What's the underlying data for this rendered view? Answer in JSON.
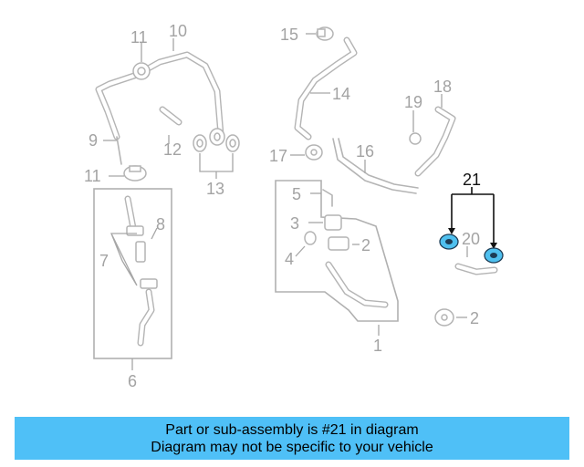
{
  "diagram": {
    "callouts": {
      "c10": "10",
      "c11a": "11",
      "c9": "9",
      "c12": "12",
      "c11b": "11",
      "c13": "13",
      "c8": "8",
      "c7": "7",
      "c6": "6",
      "c15": "15",
      "c14": "14",
      "c19": "19",
      "c18": "18",
      "c17": "17",
      "c16": "16",
      "c5": "5",
      "c3": "3",
      "c4": "4",
      "c2a": "2",
      "c1": "1",
      "c21": "21",
      "c20": "20",
      "c2b": "2"
    },
    "highlighted_part": "21",
    "highlight_color": "#4fc0ef"
  },
  "banner": {
    "line1": "Part or sub-assembly is #21 in diagram",
    "line2": "Diagram may not be specific to your vehicle",
    "background": "#4fc0f7"
  }
}
